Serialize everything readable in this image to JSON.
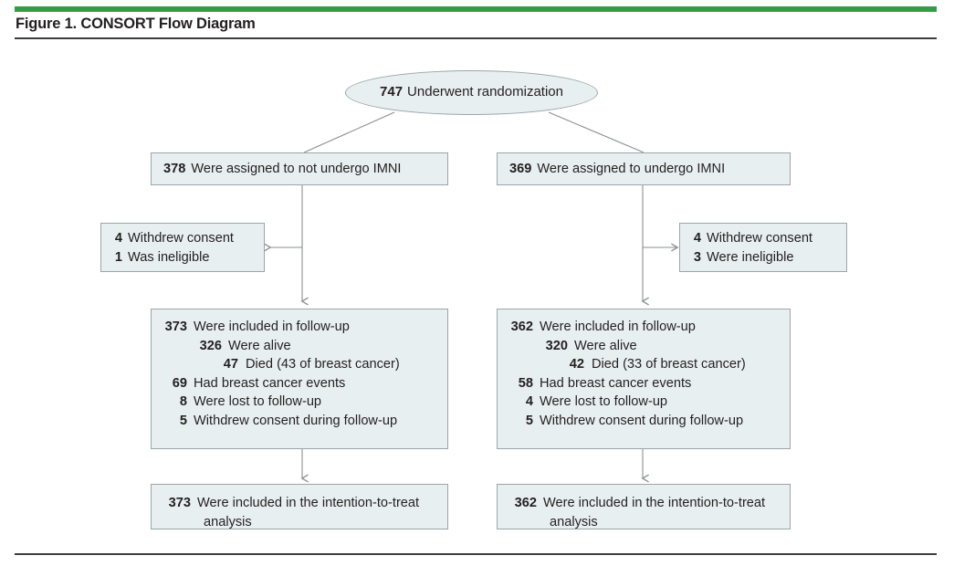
{
  "figure": {
    "title": "Figure 1. CONSORT Flow Diagram",
    "accent_green": "#339c46",
    "rule_dark": "#3d3d3d",
    "node_fill": "#e8eff0",
    "node_border": "#9ba6a9",
    "connector_color": "#8a8f92",
    "text_color": "#231f20"
  },
  "nodes": {
    "randomization": {
      "num": "747",
      "text": "Underwent randomization"
    },
    "assigned_control": {
      "num": "378",
      "text": "Were assigned to not undergo IMNI"
    },
    "assigned_imni": {
      "num": "369",
      "text": "Were assigned to undergo IMNI"
    },
    "excluded_control": {
      "lines": [
        {
          "num": "4",
          "text": "Withdrew consent"
        },
        {
          "num": "1",
          "text": "Was ineligible"
        }
      ]
    },
    "excluded_imni": {
      "lines": [
        {
          "num": "4",
          "text": "Withdrew consent"
        },
        {
          "num": "3",
          "text": "Were ineligible"
        }
      ]
    },
    "followup_control": {
      "lines": [
        {
          "num": "373",
          "text": "Were included in follow-up",
          "level": 0
        },
        {
          "num": "326",
          "text": "Were alive",
          "level": 1
        },
        {
          "num": "47",
          "text": "Died (43 of breast cancer)",
          "level": 2
        },
        {
          "num": "69",
          "text": "Had breast cancer events",
          "level": 0
        },
        {
          "num": "8",
          "text": "Were lost to follow-up",
          "level": 0
        },
        {
          "num": "5",
          "text": "Withdrew consent during follow-up",
          "level": 0
        }
      ]
    },
    "followup_imni": {
      "lines": [
        {
          "num": "362",
          "text": "Were included in follow-up",
          "level": 0
        },
        {
          "num": "320",
          "text": "Were alive",
          "level": 1
        },
        {
          "num": "42",
          "text": "Died (33 of breast cancer)",
          "level": 2
        },
        {
          "num": "58",
          "text": "Had breast cancer events",
          "level": 0
        },
        {
          "num": "4",
          "text": "Were lost to follow-up",
          "level": 0
        },
        {
          "num": "5",
          "text": "Withdrew consent during follow-up",
          "level": 0
        }
      ]
    },
    "itt_control": {
      "num": "373",
      "text": "Were included in the intention-to-treat analysis"
    },
    "itt_imni": {
      "num": "362",
      "text": "Were included in the intention-to-treat analysis"
    }
  },
  "chart_data": {
    "type": "diagram",
    "title": "Figure 1. CONSORT Flow Diagram",
    "diagram_kind": "CONSORT participant flow",
    "total_randomized": 747,
    "arms": [
      {
        "name": "Not undergo IMNI (control)",
        "assigned": 378,
        "excluded": [
          {
            "reason": "Withdrew consent",
            "n": 4
          },
          {
            "reason": "Was ineligible",
            "n": 1
          }
        ],
        "included_in_followup": 373,
        "alive": 326,
        "died": 47,
        "died_of_breast_cancer": 43,
        "breast_cancer_events": 69,
        "lost_to_followup": 8,
        "withdrew_consent_during_followup": 5,
        "intention_to_treat": 373
      },
      {
        "name": "Undergo IMNI",
        "assigned": 369,
        "excluded": [
          {
            "reason": "Withdrew consent",
            "n": 4
          },
          {
            "reason": "Were ineligible",
            "n": 3
          }
        ],
        "included_in_followup": 362,
        "alive": 320,
        "died": 42,
        "died_of_breast_cancer": 33,
        "breast_cancer_events": 58,
        "lost_to_followup": 4,
        "withdrew_consent_during_followup": 5,
        "intention_to_treat": 362
      }
    ]
  }
}
